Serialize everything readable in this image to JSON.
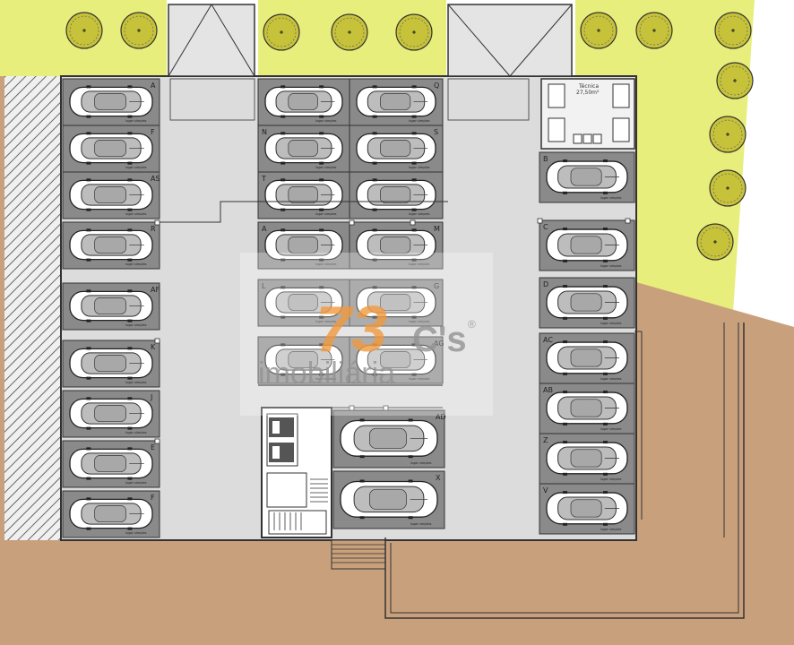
{
  "colors": {
    "grass": "#e8ee7c",
    "ground": "#c9a07c",
    "floor": "#dcdcdc",
    "bay": "#8a8a8a",
    "car_body": "#ffffff",
    "car_glass": "#bdbdbd",
    "tree_fill": "#c6c23a",
    "line": "#444444",
    "watermark_orange": "#f2a04a",
    "watermark_grey": "#9a9a9a"
  },
  "icons": {
    "car": "parked-car-icon",
    "tree": "tree-icon",
    "stairs": "stairs-icon",
    "ramp": "ramp-icon"
  },
  "technical_room": {
    "label": "Técnica",
    "area": "27,50m²"
  },
  "bay_caption": "lugar simples",
  "bays": {
    "left": [
      {
        "code": "A"
      },
      {
        "code": "F"
      },
      {
        "code": "AS"
      },
      {
        "code": "R"
      },
      {
        "code": "AF"
      },
      {
        "code": "K"
      },
      {
        "code": "J"
      },
      {
        "code": "E"
      },
      {
        "code": "F"
      }
    ],
    "center_left": [
      {
        "code": ""
      },
      {
        "code": "N"
      },
      {
        "code": "T"
      },
      {
        "code": "A"
      },
      {
        "code": "L"
      },
      {
        "code": ""
      }
    ],
    "center_right": [
      {
        "code": "Q"
      },
      {
        "code": "S"
      },
      {
        "code": ""
      },
      {
        "code": "M"
      },
      {
        "code": "G"
      },
      {
        "code": "AG"
      }
    ],
    "right": [
      {
        "code": "B"
      },
      {
        "code": "C"
      },
      {
        "code": "D"
      },
      {
        "code": "AC"
      },
      {
        "code": "AB"
      },
      {
        "code": "Z"
      },
      {
        "code": "V"
      }
    ],
    "bottom_center": [
      {
        "code": "AD"
      },
      {
        "code": "X"
      }
    ]
  },
  "watermark": {
    "brand_a": "73",
    "brand_b": "C's",
    "registered": "®",
    "tagline": "imobiliária"
  }
}
